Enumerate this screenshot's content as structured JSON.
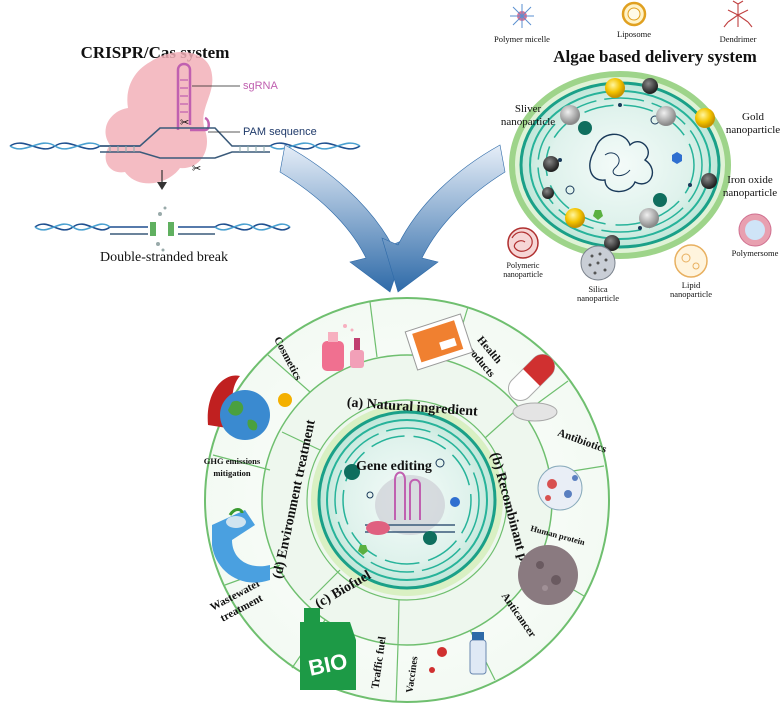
{
  "crispr": {
    "title": "CRISPR/Cas system",
    "sgrna": "sgRNA",
    "pam": "PAM sequence",
    "break": "Double-stranded break"
  },
  "delivery": {
    "title": "Algae based delivery system",
    "polymer_micelle": "Polymer micelle",
    "liposome": "Liposome",
    "dendrimer": "Dendrimer",
    "silver_1": "Sliver",
    "silver_2": "nanoparticle",
    "gold_1": "Gold",
    "gold_2": "nanoparticle",
    "iron_1": "Iron oxide",
    "iron_2": "nanoparticle",
    "polymeric_1": "Polymeric",
    "polymeric_2": "nanoparticle",
    "polymersome": "Polymersome",
    "silica_1": "Silica",
    "silica_2": "nanoparticle",
    "lipid_1": "Lipid",
    "lipid_2": "nanoparticle"
  },
  "wheel": {
    "center": "Gene editing",
    "sec_a": "(a) Natural ingredient",
    "sec_b": "(b) Recombinant protein",
    "sec_c": "(c) Biofuel",
    "sec_d": "(d) Environment treatment",
    "cosmetics": "Cosmetics",
    "health_1": "Health",
    "health_2": "products",
    "antibiotics": "Antibiotics",
    "human_protein": "Human protein",
    "anticancer": "Anticancer",
    "vaccines": "Vaccines",
    "traffic_fuel": "Traffic fuel",
    "bio": "BIO",
    "wastewater_1": "Wastewater",
    "wastewater_2": "treatment",
    "ghg_1": "GHG emissions",
    "ghg_2": "mitigation"
  },
  "colors": {
    "ring_green": "#6fbf6f",
    "cell_teal": "#1aa088",
    "arrow_blue": "#2e6aa8",
    "sgrna_pink": "#c060b0",
    "cas_pink": "#f2b0b8"
  }
}
